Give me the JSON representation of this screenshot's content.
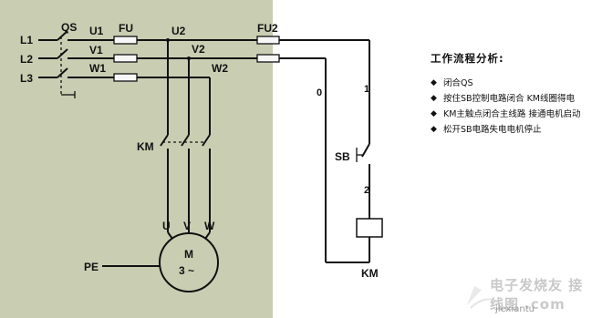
{
  "colors": {
    "panel_bg": "#c9ceb3",
    "line": "#111111",
    "watermark": "#c9c9c9"
  },
  "labels": {
    "L1": "L1",
    "L2": "L2",
    "L3": "L3",
    "QS": "QS",
    "U1": "U1",
    "V1": "V1",
    "W1": "W1",
    "FU": "FU",
    "U2": "U2",
    "V2": "V2",
    "W2": "W2",
    "FU2": "FU2",
    "KM_contacts": "KM",
    "U": "U",
    "V": "V",
    "W": "W",
    "motor_M": "M",
    "motor_3": "3 ~",
    "PE": "PE",
    "node0": "0",
    "node1": "1",
    "node2": "2",
    "SB": "SB",
    "KM_coil": "KM"
  },
  "notes": {
    "title": "工作流程分析:",
    "items": [
      "闭合QS",
      "按住SB控制电路闭合 KM线圈得电",
      "KM主触点闭合主线路 接通电机启动",
      "松开SB电路失电电机停止"
    ],
    "bullet": "◆"
  },
  "watermark": {
    "brand": "电子发烧友 接线图 .com",
    "url": "jiexiantu"
  }
}
